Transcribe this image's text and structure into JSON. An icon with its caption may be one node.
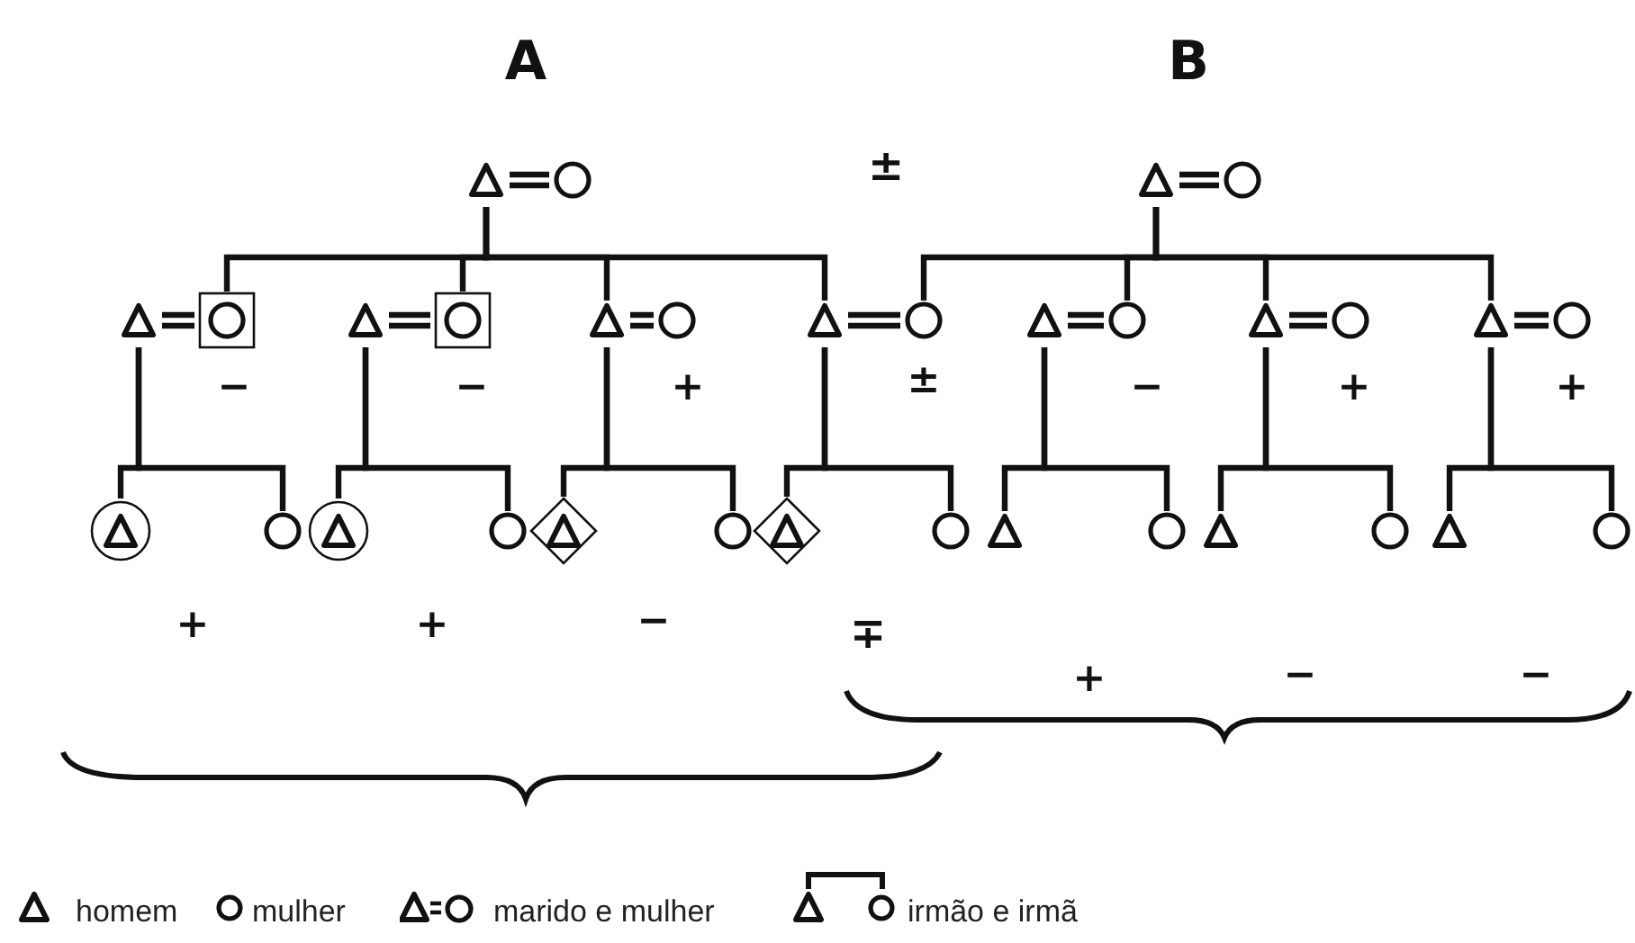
{
  "diagram": {
    "nodes": [
      {
        "text": [],
        "shape": "triangle"
      },
      {
        "text": [],
        "shape": "circle"
      },
      {
        "text": [],
        "shape": "triangle"
      },
      {
        "text": [],
        "shape": "circle"
      },
      {
        "text": [],
        "shape": "triangle"
      },
      {
        "text": [],
        "shape": "box"
      },
      {
        "text": [],
        "shape": "circle",
        "in": 5
      },
      {
        "text": [],
        "shape": "triangle"
      },
      {
        "text": [],
        "shape": "box"
      },
      {
        "text": [],
        "shape": "circle",
        "in": 8
      },
      {
        "text": [],
        "shape": "triangle"
      },
      {
        "text": [],
        "shape": "circle"
      },
      {
        "text": [],
        "shape": "triangle"
      },
      {
        "text": [],
        "shape": "circle"
      },
      {
        "text": [],
        "shape": "triangle"
      },
      {
        "text": [],
        "shape": "circle"
      },
      {
        "text": [],
        "shape": "triangle"
      },
      {
        "text": [],
        "shape": "circle"
      },
      {
        "text": [],
        "shape": "triangle"
      },
      {
        "text": [],
        "shape": "circle"
      },
      {
        "text": [],
        "shape": "circle"
      },
      {
        "text": [],
        "shape": "triangle",
        "in": 20
      },
      {
        "text": [],
        "shape": "circle"
      },
      {
        "text": [],
        "shape": "circle"
      },
      {
        "text": [],
        "shape": "triangle",
        "in": 23
      },
      {
        "text": [],
        "shape": "circle"
      },
      {
        "text": [],
        "shape": "diamond"
      },
      {
        "text": [],
        "shape": "triangle",
        "in": 26
      },
      {
        "text": [],
        "shape": "circle"
      },
      {
        "text": [],
        "shape": "diamond"
      },
      {
        "text": [],
        "shape": "triangle",
        "in": 29
      },
      {
        "text": [],
        "shape": "circle"
      },
      {
        "text": [],
        "shape": "triangle"
      },
      {
        "text": [],
        "shape": "circle"
      },
      {
        "text": [],
        "shape": "triangle"
      },
      {
        "text": [],
        "shape": "circle"
      },
      {
        "text": [],
        "shape": "triangle"
      },
      {
        "text": [],
        "shape": "circle"
      }
    ],
    "edges": [
      {
        "from": 0,
        "to": 1,
        "arrow": "none"
      },
      {
        "from": 2,
        "to": 3,
        "arrow": "none"
      },
      {
        "from": 0,
        "to": 5,
        "arrow": "none"
      },
      {
        "from": 0,
        "to": 8,
        "arrow": "none"
      },
      {
        "from": 0,
        "to": 10,
        "arrow": "none"
      },
      {
        "from": 0,
        "to": 12,
        "arrow": "none"
      },
      {
        "from": 2,
        "to": 13,
        "arrow": "none"
      },
      {
        "from": 2,
        "to": 15,
        "arrow": "none"
      },
      {
        "from": 2,
        "to": 16,
        "arrow": "none"
      },
      {
        "from": 2,
        "to": 18,
        "arrow": "none"
      },
      {
        "from": 4,
        "to": 5,
        "arrow": "none"
      },
      {
        "from": 7,
        "to": 8,
        "arrow": "none"
      },
      {
        "from": 10,
        "to": 11,
        "arrow": "none"
      },
      {
        "from": 12,
        "to": 13,
        "arrow": "none"
      },
      {
        "from": 14,
        "to": 15,
        "arrow": "none"
      },
      {
        "from": 16,
        "to": 17,
        "arrow": "none"
      },
      {
        "from": 18,
        "to": 19,
        "arrow": "none"
      },
      {
        "from": 4,
        "to": 20,
        "arrow": "none"
      },
      {
        "from": 4,
        "to": 22,
        "arrow": "none"
      },
      {
        "from": 7,
        "to": 23,
        "arrow": "none"
      },
      {
        "from": 7,
        "to": 25,
        "arrow": "none"
      },
      {
        "from": 10,
        "to": 26,
        "arrow": "none"
      },
      {
        "from": 10,
        "to": 28,
        "arrow": "none"
      },
      {
        "from": 12,
        "to": 29,
        "arrow": "none"
      },
      {
        "from": 12,
        "to": 31,
        "arrow": "none"
      },
      {
        "from": 14,
        "to": 32,
        "arrow": "none"
      },
      {
        "from": 14,
        "to": 33,
        "arrow": "none"
      },
      {
        "from": 16,
        "to": 34,
        "arrow": "none"
      },
      {
        "from": 16,
        "to": 35,
        "arrow": "none"
      },
      {
        "from": 18,
        "to": 36,
        "arrow": "none"
      },
      {
        "from": 18,
        "to": 37,
        "arrow": "none"
      }
    ],
    "labels": [
      "A",
      "B",
      "±",
      "−",
      "−",
      "+",
      "±",
      "−",
      "+",
      "+",
      "+",
      "+",
      "−",
      "∓",
      "+",
      "−",
      "−"
    ],
    "legend": [
      {
        "text": "homem"
      },
      {
        "text": "mulher"
      },
      {
        "text": "marido e mulher"
      },
      {
        "text": "irmão e irmã"
      }
    ]
  }
}
